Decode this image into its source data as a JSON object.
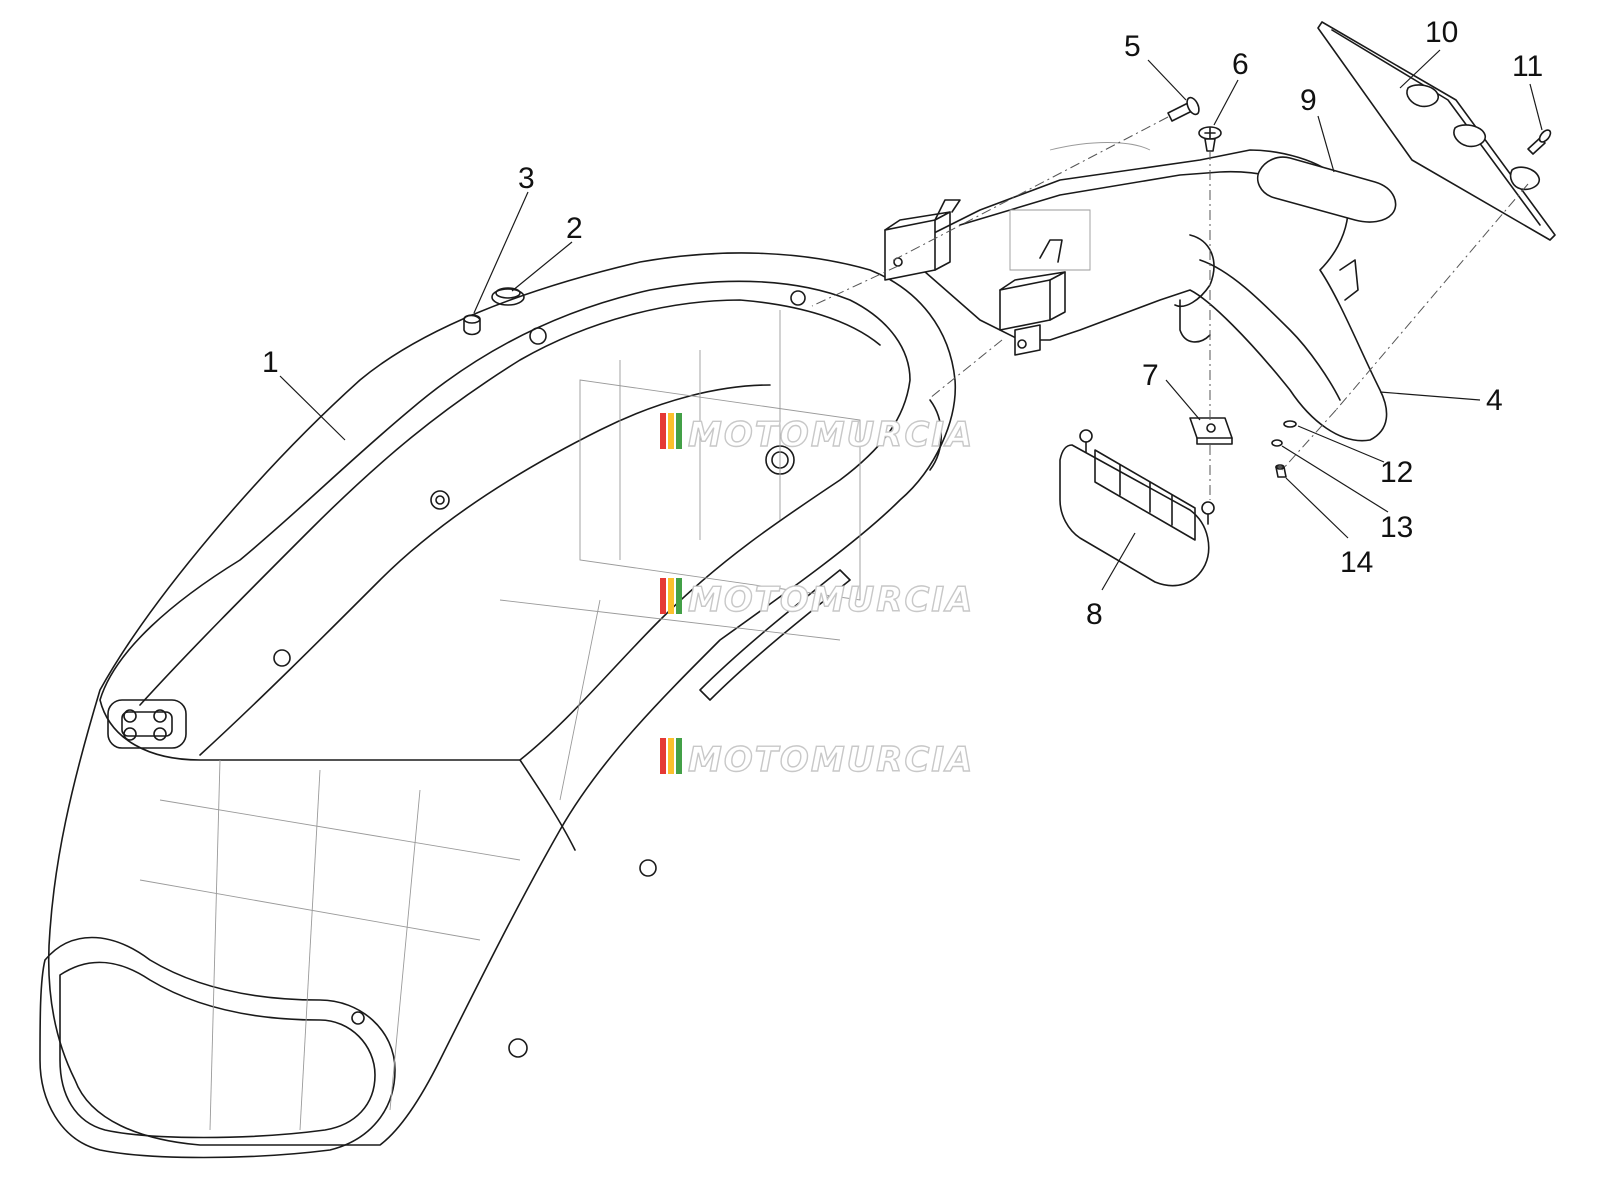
{
  "diagram": {
    "callouts": [
      {
        "id": "c1",
        "label": "1"
      },
      {
        "id": "c2",
        "label": "2"
      },
      {
        "id": "c3",
        "label": "3"
      },
      {
        "id": "c4",
        "label": "4"
      },
      {
        "id": "c5",
        "label": "5"
      },
      {
        "id": "c6",
        "label": "6"
      },
      {
        "id": "c7",
        "label": "7"
      },
      {
        "id": "c8",
        "label": "8"
      },
      {
        "id": "c9",
        "label": "9"
      },
      {
        "id": "c10",
        "label": "10"
      },
      {
        "id": "c11",
        "label": "11"
      },
      {
        "id": "c12",
        "label": "12"
      },
      {
        "id": "c13",
        "label": "13"
      },
      {
        "id": "c14",
        "label": "14"
      }
    ]
  },
  "watermark": {
    "text": "MOTOMURCIA",
    "colors": [
      "#e53935",
      "#fbc02d",
      "#43a047"
    ]
  }
}
